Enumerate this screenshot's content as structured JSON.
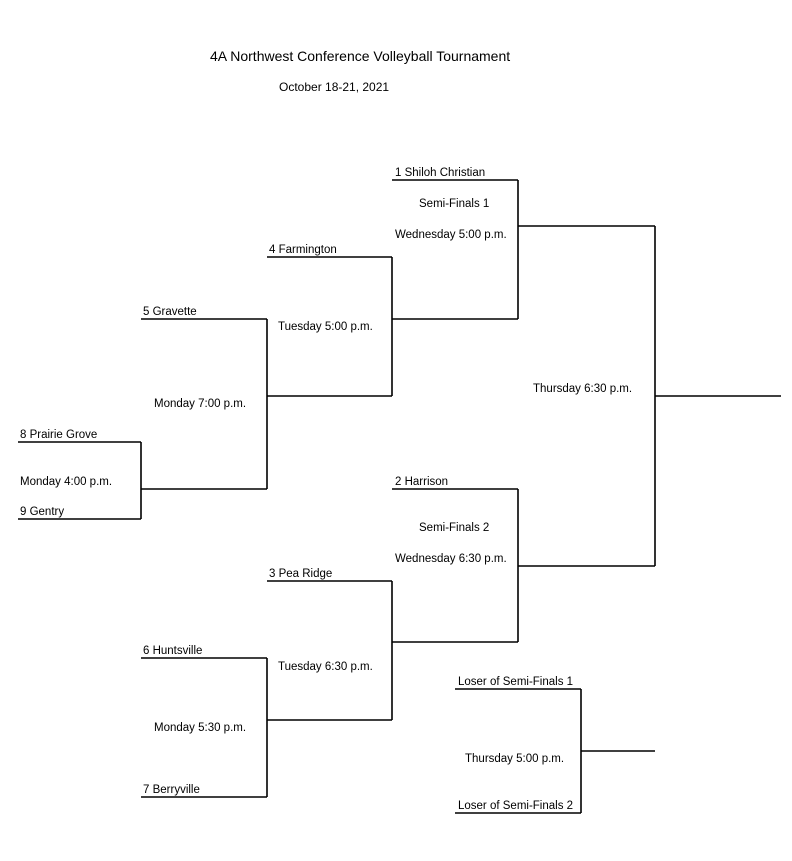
{
  "title": "4A Northwest Conference Volleyball Tournament",
  "subtitle": "October 18-21, 2021",
  "teams": {
    "prairie_grove": "8 Prairie Grove",
    "gentry": "9 Gentry",
    "gravette": "5 Gravette",
    "farmington": "4 Farmington",
    "shiloh": "1 Shiloh Christian",
    "harrison": "2 Harrison",
    "pea_ridge": "3 Pea Ridge",
    "huntsville": "6 Huntsville",
    "berryville": "7 Berryville",
    "loser_sf1": "Loser of Semi-Finals 1",
    "loser_sf2": "Loser of Semi-Finals 2"
  },
  "games": {
    "mon_400": "Monday 4:00 p.m.",
    "mon_700": "Monday 7:00 p.m.",
    "mon_530": "Monday 5:30 p.m.",
    "tue_500": "Tuesday 5:00 p.m.",
    "tue_630": "Tuesday 6:30 p.m.",
    "sf1_label": "Semi-Finals 1",
    "sf1_time": "Wednesday 5:00 p.m.",
    "sf2_label": "Semi-Finals 2",
    "sf2_time": "Wednesday 6:30 p.m.",
    "thu_630": "Thursday 6:30 p.m.",
    "thu_500": "Thursday 5:00 p.m."
  }
}
